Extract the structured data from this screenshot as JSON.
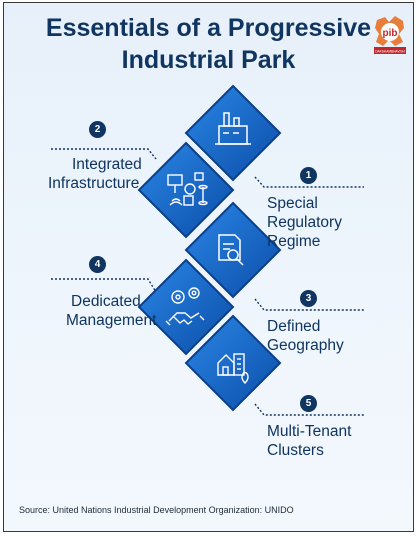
{
  "title_line1": "Essentials of a Progressive",
  "title_line2": "Industrial Park",
  "logo_text": "pib",
  "logo_subtext": "DAKSHAMBHAVISH",
  "items": [
    {
      "num": "2",
      "line1": "Integrated",
      "line2": "Infrastructure",
      "icon": "network-icon"
    },
    {
      "num": "1",
      "line1": "Special",
      "line2": "Regulatory",
      "line3": "Regime",
      "icon": "document-search-icon"
    },
    {
      "num": "4",
      "line1": "Dedicated",
      "line2": "Management",
      "icon": "handshake-gears-icon"
    },
    {
      "num": "3",
      "line1": "Defined",
      "line2": "Geography",
      "icon": "map-pin-icon"
    },
    {
      "num": "5",
      "line1": "Multi-Tenant",
      "line2": "Clusters",
      "icon": "buildings-icon"
    }
  ],
  "top_icon": "factory-icon",
  "source": "Source: United Nations Industrial Development Organization: UNIDO",
  "colors": {
    "navy": "#0f3560",
    "diamond": "#1e6fd0",
    "diamond_dark": "#0b4ea8",
    "background": "#e9f2fb"
  }
}
